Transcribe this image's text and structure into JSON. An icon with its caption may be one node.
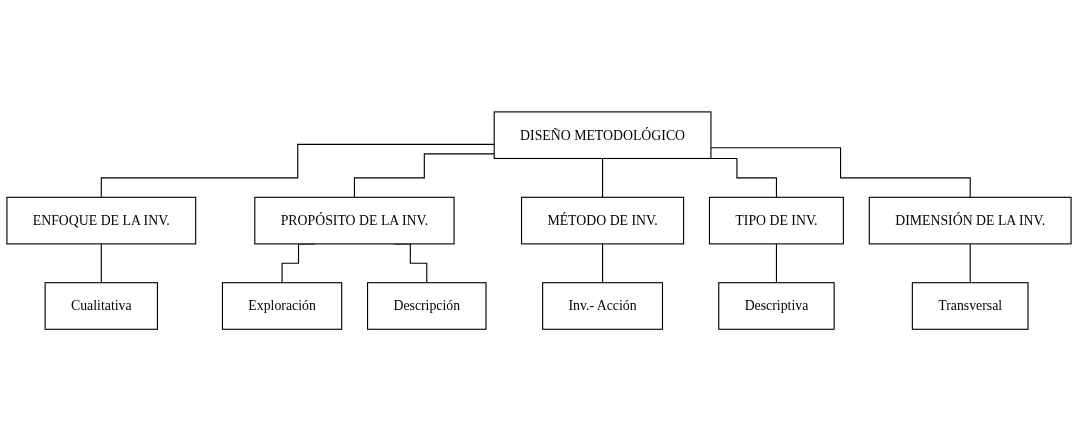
{
  "diagram": {
    "nodes": [
      {
        "text": [
          "DISEÑO METODOLÓGICO"
        ]
      },
      {
        "text": [
          "ENFOQUE DE LA INV."
        ]
      },
      {
        "text": [
          "PROPÓSITO DE LA INV."
        ]
      },
      {
        "text": [
          "MÉTODO DE INV."
        ]
      },
      {
        "text": [
          "TIPO DE INV."
        ]
      },
      {
        "text": [
          "DIMENSIÓN DE LA INV."
        ]
      },
      {
        "text": [
          "Cualitativa"
        ]
      },
      {
        "text": [
          "Inv.- Acción"
        ]
      },
      {
        "text": [
          "Descriptiva"
        ]
      },
      {
        "text": [
          "Transversal"
        ]
      },
      {
        "text": [
          "Exploración"
        ]
      },
      {
        "text": [
          "Descripción"
        ]
      }
    ],
    "edges": [
      {
        "from": 0,
        "to": 1,
        "arrow": "none"
      },
      {
        "from": 0,
        "to": 2,
        "arrow": "none"
      },
      {
        "from": 0,
        "to": 3,
        "arrow": "none"
      },
      {
        "from": 0,
        "to": 4,
        "arrow": "none"
      },
      {
        "from": 0,
        "to": 5,
        "arrow": "none"
      },
      {
        "from": 1,
        "to": 6,
        "arrow": "none"
      },
      {
        "from": 3,
        "to": 7,
        "arrow": "none"
      },
      {
        "from": 4,
        "to": 8,
        "arrow": "none"
      },
      {
        "from": 5,
        "to": 9,
        "arrow": "none"
      },
      {
        "from": 2,
        "to": 10,
        "arrow": "none"
      },
      {
        "from": 2,
        "to": 11,
        "arrow": "none"
      }
    ]
  }
}
